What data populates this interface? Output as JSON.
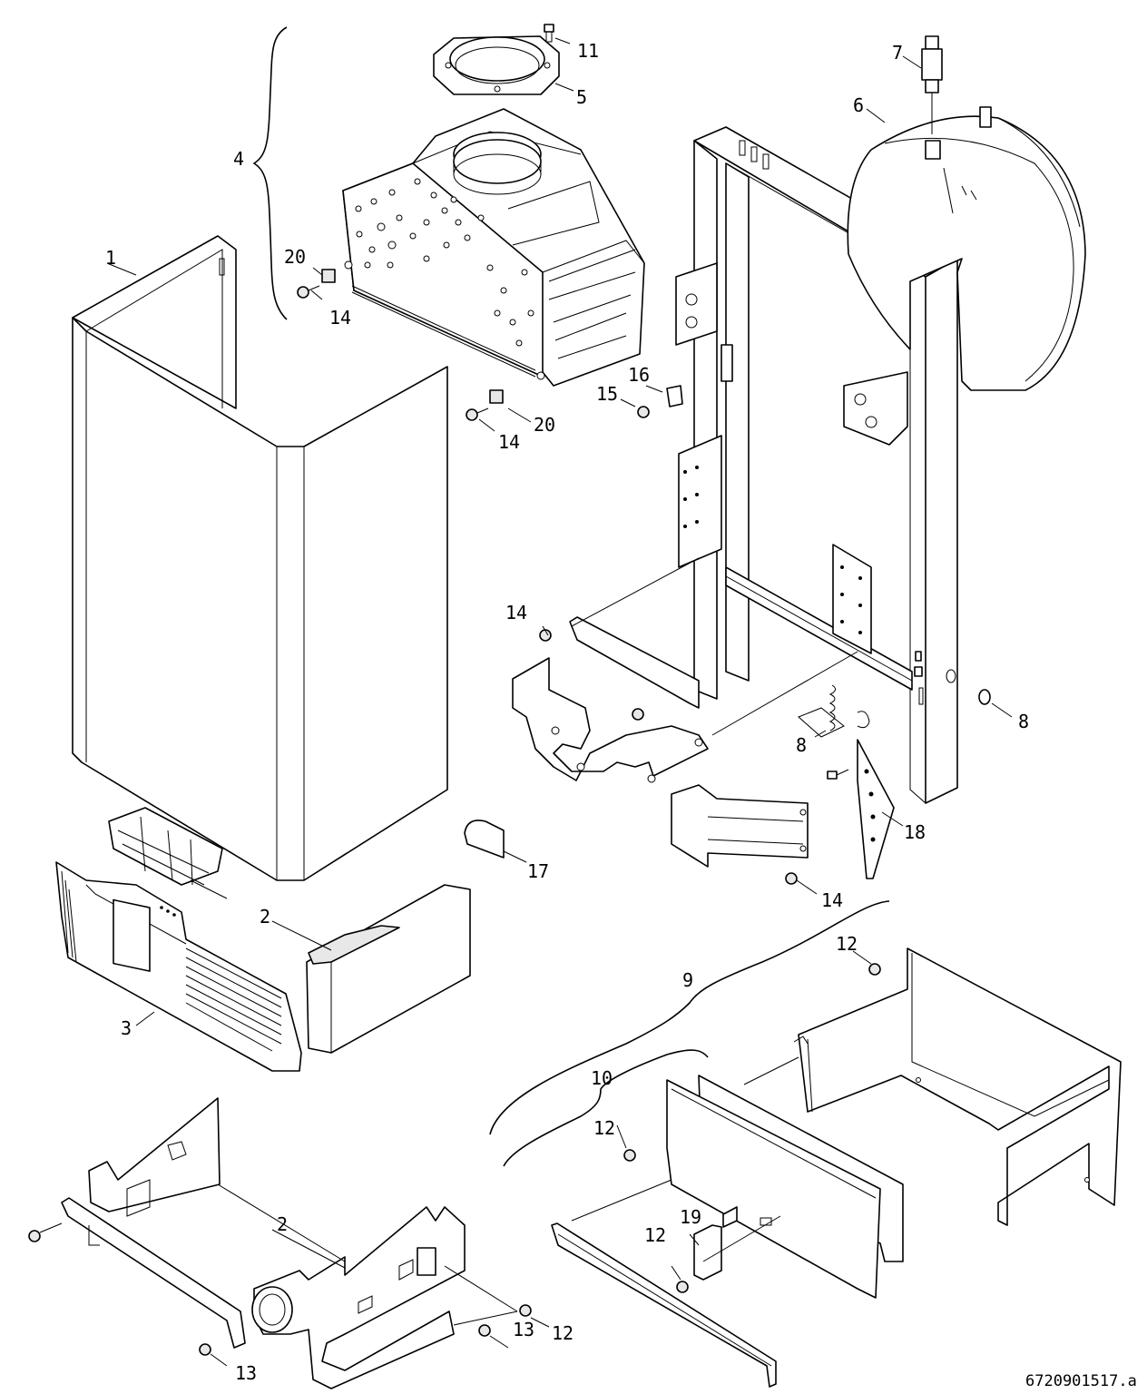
{
  "diagram": {
    "document_number": "6720901517.a",
    "callouts": {
      "c1": "1",
      "c2a": "2",
      "c2b": "2",
      "c3": "3",
      "c4": "4",
      "c5": "5",
      "c6": "6",
      "c7": "7",
      "c8a": "8",
      "c8b": "8",
      "c9": "9",
      "c10": "10",
      "c11": "11",
      "c12a": "12",
      "c12b": "12",
      "c12c": "12",
      "c12d": "12",
      "c13a": "13",
      "c13b": "13",
      "c14a": "14",
      "c14b": "14",
      "c14c": "14",
      "c14d": "14",
      "c15": "15",
      "c16": "16",
      "c17": "17",
      "c18": "18",
      "c19": "19",
      "c20a": "20",
      "c20b": "20"
    }
  }
}
